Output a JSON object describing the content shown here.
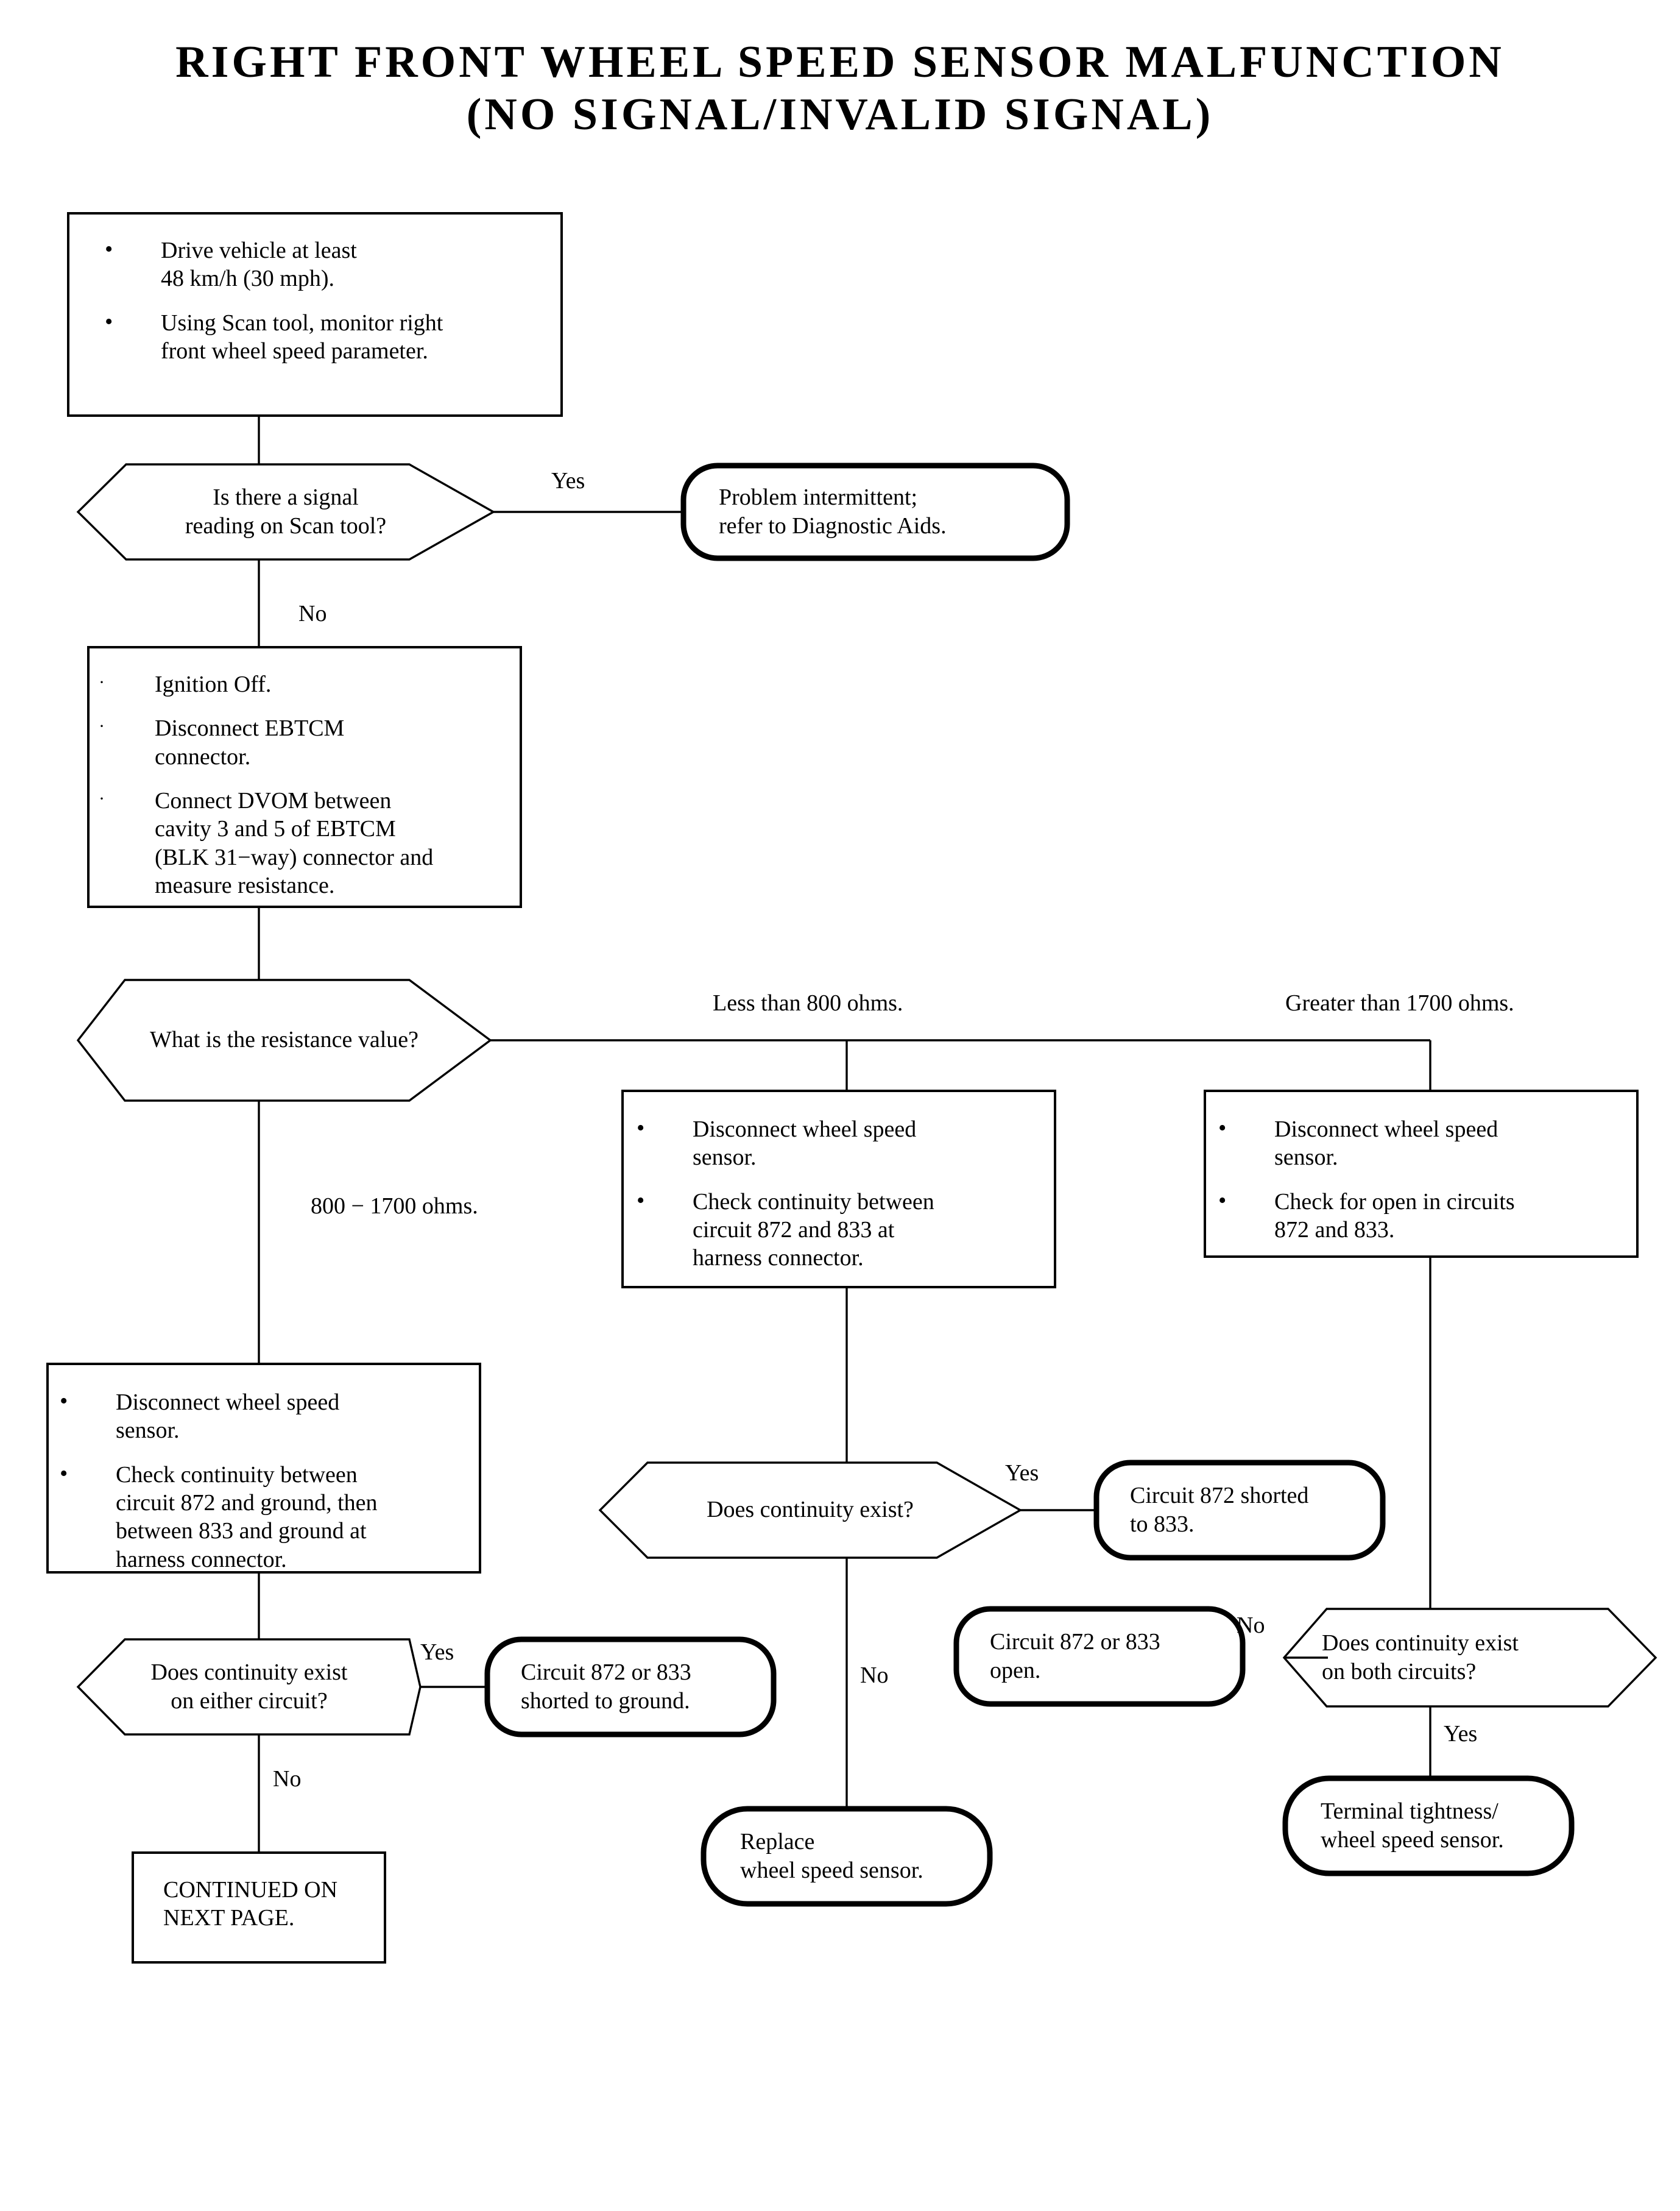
{
  "title": {
    "line1": "RIGHT FRONT WHEEL SPEED SENSOR MALFUNCTION",
    "line2": "(NO SIGNAL/INVALID SIGNAL)"
  },
  "nodes": {
    "start_process": {
      "type": "process",
      "bullet": "•",
      "items": [
        "Drive vehicle at least\n48 km/h (30 mph).",
        "Using Scan tool, monitor right\nfront wheel speed parameter."
      ]
    },
    "signal_decision": {
      "type": "decision",
      "text": "Is there a signal\nreading on Scan tool?"
    },
    "intermittent_terminal": {
      "type": "terminal",
      "text": "Problem intermittent;\nrefer to Diagnostic Aids."
    },
    "ebtcm_process": {
      "type": "process",
      "bullet": "·",
      "items": [
        "Ignition Off.",
        "Disconnect EBTCM\nconnector.",
        "Connect DVOM between\ncavity 3 and 5 of EBTCM\n(BLK 31−way) connector and\nmeasure resistance."
      ]
    },
    "resistance_decision": {
      "type": "decision",
      "text": "What is the resistance value?"
    },
    "low_resistance_process": {
      "type": "process",
      "bullet": "•",
      "items": [
        "Disconnect wheel speed\nsensor.",
        "Check continuity between\ncircuit 872 and 833 at\nharness connector."
      ]
    },
    "high_resistance_process": {
      "type": "process",
      "bullet": "•",
      "items": [
        "Disconnect wheel speed\nsensor.",
        "Check for open in circuits\n872 and 833."
      ]
    },
    "nominal_resistance_process": {
      "type": "process",
      "bullet": "•",
      "items": [
        "Disconnect wheel speed\nsensor.",
        "Check continuity between\ncircuit 872 and ground, then\nbetween 833 and ground at\nharness connector."
      ]
    },
    "continuity_mid_decision": {
      "type": "decision",
      "text": "Does continuity exist?"
    },
    "shorted_to_833_terminal": {
      "type": "terminal",
      "text": "Circuit 872 shorted\nto 833."
    },
    "continuity_either_decision": {
      "type": "decision",
      "text": "Does continuity exist\non either circuit?"
    },
    "shorted_to_ground_terminal": {
      "type": "terminal",
      "text": "Circuit 872 or 833\nshorted to ground."
    },
    "open_circuit_terminal": {
      "type": "terminal",
      "text": "Circuit 872 or 833\nopen."
    },
    "continuity_both_decision": {
      "type": "decision",
      "text": "Does continuity exist\non both circuits?"
    },
    "continued_box": {
      "type": "process-plain",
      "text": "CONTINUED ON\nNEXT PAGE."
    },
    "replace_sensor_terminal": {
      "type": "terminal",
      "text": "Replace\nwheel speed sensor."
    },
    "terminal_tightness_terminal": {
      "type": "terminal",
      "text": "Terminal tightness/\nwheel speed sensor."
    }
  },
  "edge_labels": {
    "signal_yes": "Yes",
    "signal_no": "No",
    "res_less": "Less than 800 ohms.",
    "res_greater": "Greater than 1700 ohms.",
    "res_nominal": "800 − 1700 ohms.",
    "mid_yes": "Yes",
    "mid_no": "No",
    "either_yes": "Yes",
    "either_no": "No",
    "both_no": "No",
    "both_yes": "Yes"
  },
  "colors": {
    "stroke": "#000000",
    "fill": "#ffffff"
  }
}
